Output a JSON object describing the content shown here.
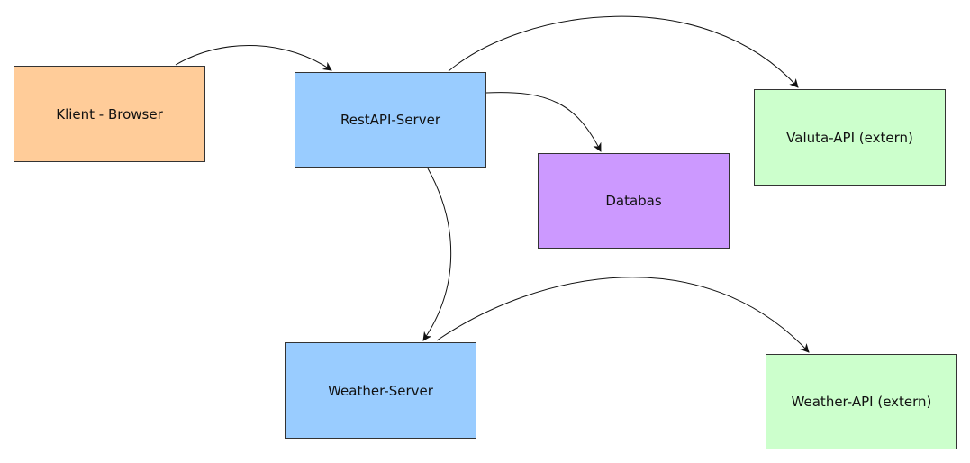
{
  "nodes": {
    "klient": {
      "label": "Klient - Browser",
      "color": "#FFCC99"
    },
    "rest": {
      "label": "RestAPI-Server",
      "color": "#99CCFF"
    },
    "valuta": {
      "label": "Valuta-API (extern)",
      "color": "#CCFFCC"
    },
    "db": {
      "label": "Databas",
      "color": "#CC99FF"
    },
    "wserv": {
      "label": "Weather-Server",
      "color": "#99CCFF"
    },
    "wapi": {
      "label": "Weather-API (extern)",
      "color": "#CCFFCC"
    }
  },
  "edges": [
    {
      "from": "klient",
      "to": "rest"
    },
    {
      "from": "rest",
      "to": "valuta"
    },
    {
      "from": "rest",
      "to": "db"
    },
    {
      "from": "rest",
      "to": "wserv"
    },
    {
      "from": "wserv",
      "to": "wapi"
    }
  ]
}
